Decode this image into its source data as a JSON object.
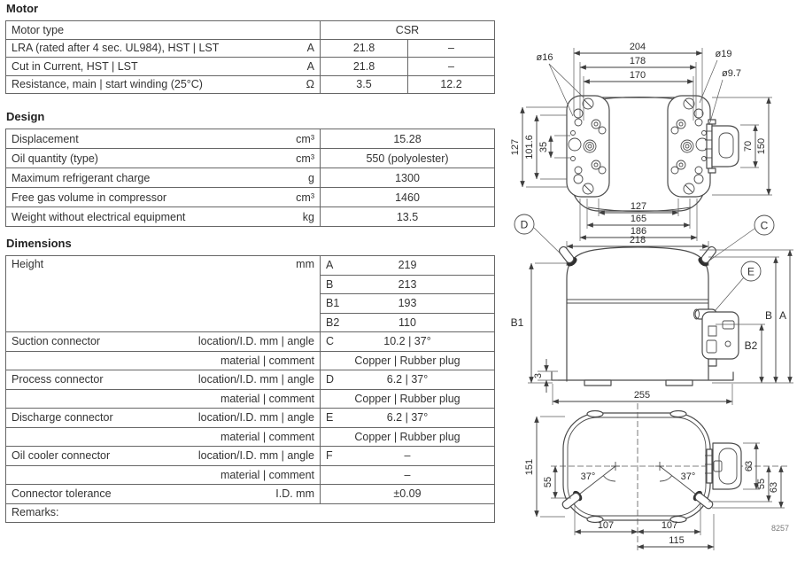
{
  "sections": {
    "motor": {
      "title": "Motor",
      "rows": [
        {
          "label": "Motor type",
          "unit": "",
          "value": "CSR"
        },
        {
          "label": "LRA (rated after 4 sec. UL984), HST | LST",
          "unit": "A",
          "value1": "21.8",
          "value2": "–"
        },
        {
          "label": "Cut in Current, HST | LST",
          "unit": "A",
          "value1": "21.8",
          "value2": "–"
        },
        {
          "label": "Resistance, main | start winding (25°C)",
          "unit": "Ω",
          "value1": "3.5",
          "value2": "12.2"
        }
      ]
    },
    "design": {
      "title": "Design",
      "rows": [
        {
          "label": "Displacement",
          "unit": "cm³",
          "value": "15.28"
        },
        {
          "label": "Oil quantity (type)",
          "unit": "cm³",
          "value": "550 (polyolester)"
        },
        {
          "label": "Maximum refrigerant charge",
          "unit": "g",
          "value": "1300"
        },
        {
          "label": "Free gas volume in compressor",
          "unit": "cm³",
          "value": "1460"
        },
        {
          "label": "Weight without electrical equipment",
          "unit": "kg",
          "value": "13.5"
        }
      ]
    },
    "dimensions": {
      "title": "Dimensions",
      "height_label": "Height",
      "height_unit": "mm",
      "height_rows": [
        {
          "letter": "A",
          "value": "219"
        },
        {
          "letter": "B",
          "value": "213"
        },
        {
          "letter": "B1",
          "value": "193"
        },
        {
          "letter": "B2",
          "value": "110"
        }
      ],
      "connector_rows": [
        {
          "label": "Suction connector",
          "sublabel": "location/I.D. mm | angle",
          "letter": "C",
          "value": "10.2 | 37°"
        },
        {
          "label": "",
          "sublabel": "material | comment",
          "letter": "",
          "value": "Copper | Rubber plug"
        },
        {
          "label": "Process connector",
          "sublabel": "location/I.D. mm | angle",
          "letter": "D",
          "value": "6.2 | 37°"
        },
        {
          "label": "",
          "sublabel": "material | comment",
          "letter": "",
          "value": "Copper | Rubber plug"
        },
        {
          "label": "Discharge connector",
          "sublabel": "location/I.D. mm | angle",
          "letter": "E",
          "value": "6.2 | 37°"
        },
        {
          "label": "",
          "sublabel": "material | comment",
          "letter": "",
          "value": "Copper | Rubber plug"
        },
        {
          "label": "Oil cooler connector",
          "sublabel": "location/I.D. mm | angle",
          "letter": "F",
          "value": "–"
        },
        {
          "label": "",
          "sublabel": "material | comment",
          "letter": "",
          "value": "–"
        },
        {
          "label": "Connector tolerance",
          "sublabel": "I.D. mm",
          "letter": "",
          "value": "±0.09"
        }
      ],
      "remarks_label": "Remarks:"
    }
  },
  "drawings": {
    "top_view": {
      "d204": "204",
      "d178": "178",
      "d170": "170",
      "o16": "ø16",
      "o19": "ø19",
      "o97": "ø9.7",
      "d127_left": "127",
      "d101_6": "101.6",
      "d35": "35",
      "d70": "70",
      "d150": "150",
      "d127_bottom": "127",
      "d165": "165",
      "d186": "186"
    },
    "side_view": {
      "d218": "218",
      "label_d": "D",
      "label_c": "C",
      "label_e": "E",
      "b1": "B1",
      "d3": "3",
      "b": "B",
      "a": "A",
      "b2": "B2",
      "d255": "255"
    },
    "bottom_view": {
      "d151": "151",
      "d55_left": "55",
      "angle_left": "37°",
      "angle_right": "37°",
      "d63_top": "63",
      "d55_right": "55",
      "d63_bottom": "63",
      "d107_left": "107",
      "d107_right": "107",
      "d115": "115"
    },
    "figure_number": "8257"
  }
}
